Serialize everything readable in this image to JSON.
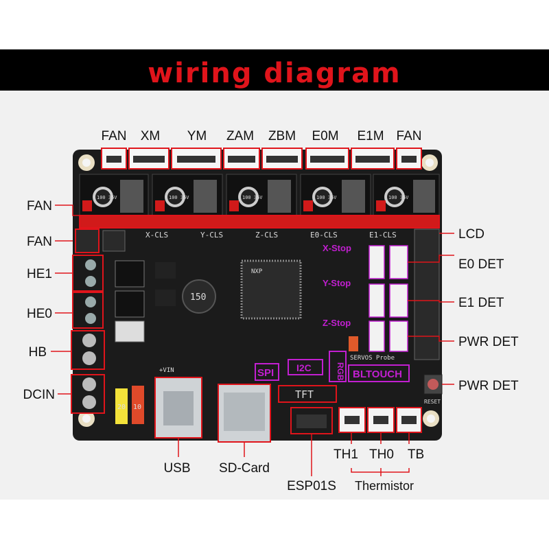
{
  "title": "wiring diagram",
  "top_labels": [
    "FAN",
    "XM",
    "YM",
    "ZAM",
    "ZBM",
    "E0M",
    "E1M",
    "FAN"
  ],
  "left_labels": [
    "FAN",
    "FAN",
    "HE1",
    "HE0",
    "HB",
    "DCIN"
  ],
  "right_labels": [
    "LCD",
    "E0 DET",
    "E1 DET",
    "PWR DET",
    "PWR DET"
  ],
  "bottom_labels": [
    "USB",
    "SD-Card",
    "ESP01S",
    "TH1",
    "TH0",
    "TB"
  ],
  "group_label": "Thermistor",
  "board_marks": {
    "spi": "SPI",
    "i2c": "I2C",
    "rgb": "RGB",
    "bltouch": "BLTOUCH",
    "tft": "TFT",
    "x_stop": "X-Stop",
    "y_stop": "Y-Stop",
    "z_stop": "Z-Stop",
    "x_cls": "X-CLS",
    "y_cls": "Y-CLS",
    "z_cls": "Z-CLS",
    "e0_cls": "E0-CLS",
    "e1_cls": "E1-CLS",
    "servos_probe": "SERVOS Probe",
    "reset": "RESET",
    "inductor": "150",
    "cap_text": "100 35V",
    "fuse_a": "20",
    "fuse_b": "10",
    "mcu_brand": "NXP",
    "vin": "+VIN"
  },
  "colors": {
    "callout": "#e0141b",
    "highlight": "#c21fd1",
    "board": "#1b1b1b",
    "header": "#d11a1a"
  }
}
